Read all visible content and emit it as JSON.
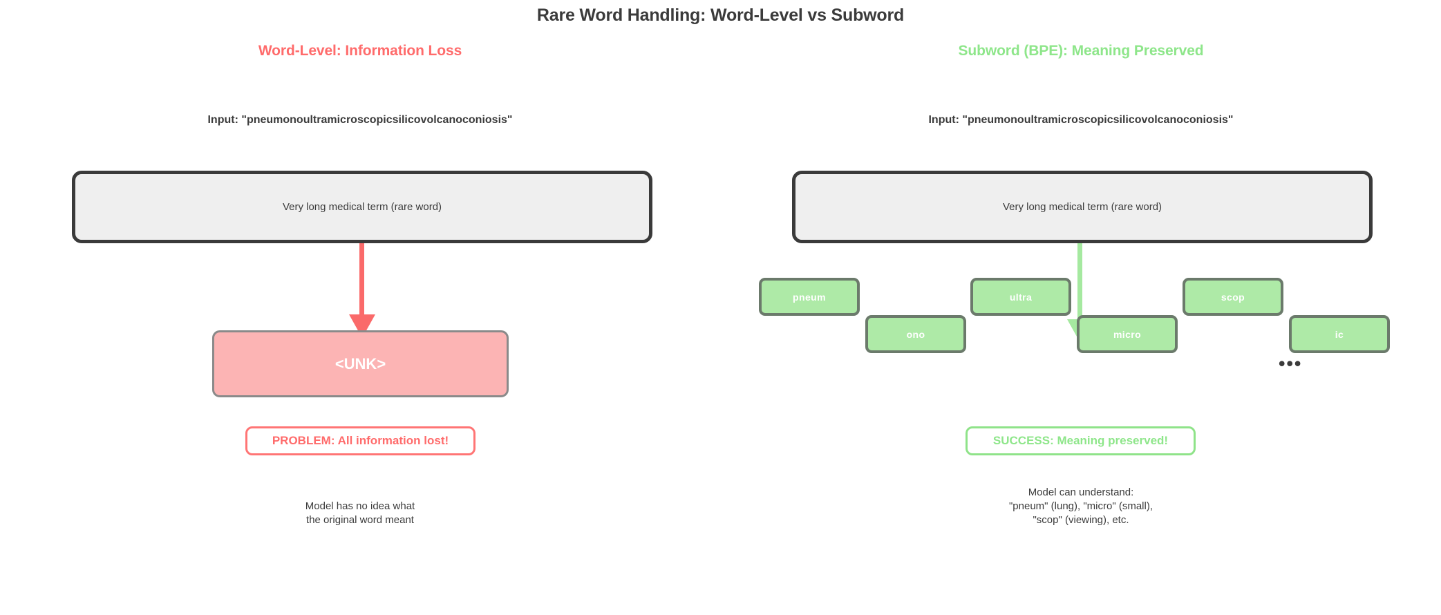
{
  "title": "Rare Word Handling: Word-Level vs Subword",
  "colors": {
    "word_level_accent": "#ff6b6b",
    "subword_accent": "#8ee68a",
    "source_box_fill": "#efefef",
    "source_box_border": "#3a3a3a",
    "unk_fill": "#fcb4b4",
    "token_fill": "#aeeaa7",
    "token_border": "#6b7a6b",
    "text": "#3b3b3b"
  },
  "left_panel": {
    "heading": "Word-Level: Information Loss",
    "input_caption": "Input: \"pneumonoultramicroscopicsilicovolcanoconiosis\"",
    "source_box_label": "Very long medical term (rare word)",
    "arrow": "down-arrow",
    "unk_token": "<UNK>",
    "verdict": "PROBLEM: All information lost!",
    "footnote": "Model has no idea what\nthe original word meant"
  },
  "right_panel": {
    "heading": "Subword (BPE): Meaning Preserved",
    "input_caption": "Input: \"pneumonoultramicroscopicsilicovolcanoconiosis\"",
    "source_box_label": "Very long medical term (rare word)",
    "arrow": "down-arrow",
    "tokens": [
      "pneum",
      "ono",
      "ultra",
      "micro",
      "scop",
      "ic"
    ],
    "ellipsis": "•••",
    "verdict": "SUCCESS: Meaning preserved!",
    "footnote": "Model can understand:\n\"pneum\" (lung), \"micro\" (small),\n\"scop\" (viewing), etc."
  }
}
